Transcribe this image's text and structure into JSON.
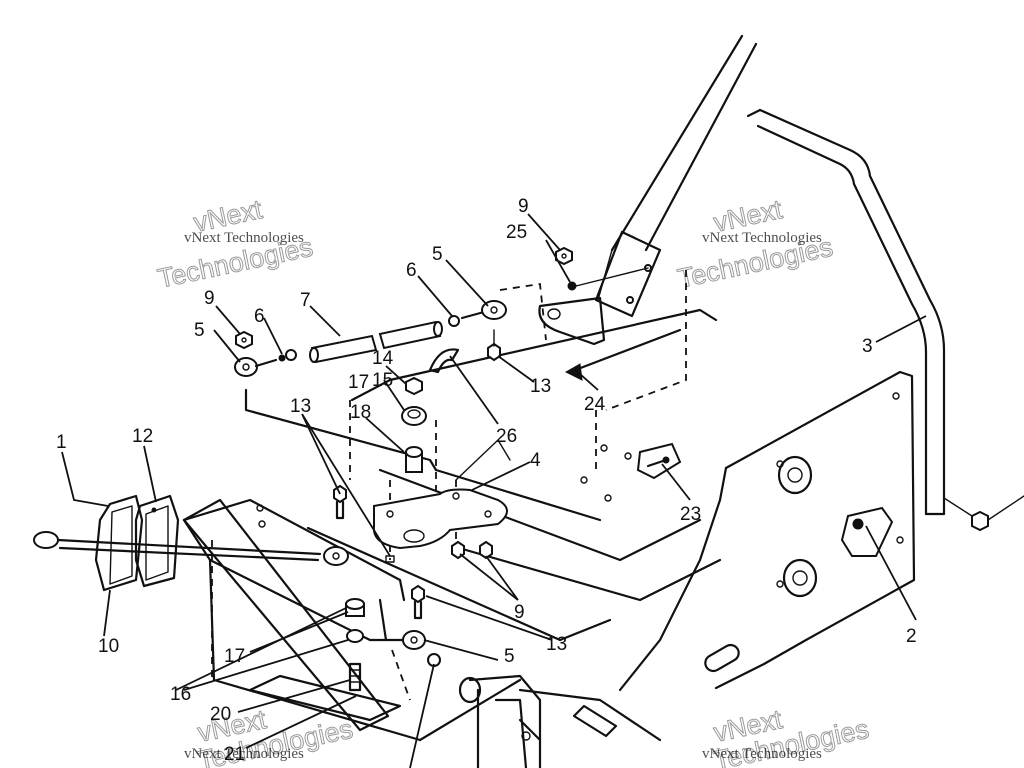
{
  "callouts": [
    {
      "id": "c1",
      "label": "1"
    },
    {
      "id": "c2",
      "label": "2"
    },
    {
      "id": "c3",
      "label": "3"
    },
    {
      "id": "c4",
      "label": "4"
    },
    {
      "id": "c5a",
      "label": "5"
    },
    {
      "id": "c5b",
      "label": "5"
    },
    {
      "id": "c5c",
      "label": "5"
    },
    {
      "id": "c6a",
      "label": "6"
    },
    {
      "id": "c6b",
      "label": "6"
    },
    {
      "id": "c7",
      "label": "7"
    },
    {
      "id": "c9a",
      "label": "9"
    },
    {
      "id": "c9b",
      "label": "9"
    },
    {
      "id": "c9c",
      "label": "9"
    },
    {
      "id": "c10",
      "label": "10"
    },
    {
      "id": "c12",
      "label": "12"
    },
    {
      "id": "c13a",
      "label": "13"
    },
    {
      "id": "c13b",
      "label": "13"
    },
    {
      "id": "c13c",
      "label": "13"
    },
    {
      "id": "c14",
      "label": "14"
    },
    {
      "id": "c15",
      "label": "15"
    },
    {
      "id": "c16",
      "label": "16"
    },
    {
      "id": "c17a",
      "label": "17"
    },
    {
      "id": "c17b",
      "label": "17"
    },
    {
      "id": "c18",
      "label": "18"
    },
    {
      "id": "c20",
      "label": "20"
    },
    {
      "id": "c21",
      "label": "21"
    },
    {
      "id": "c23",
      "label": "23"
    },
    {
      "id": "c24",
      "label": "24"
    },
    {
      "id": "c25",
      "label": "25"
    },
    {
      "id": "c26",
      "label": "26"
    }
  ],
  "watermark": {
    "line1": "vNext Technologies",
    "line2": "vNext",
    "line3": "Technologies"
  },
  "colors": {
    "ink": "#111111",
    "background": "#ffffff",
    "watermark_outline": "#9a9a9a"
  }
}
